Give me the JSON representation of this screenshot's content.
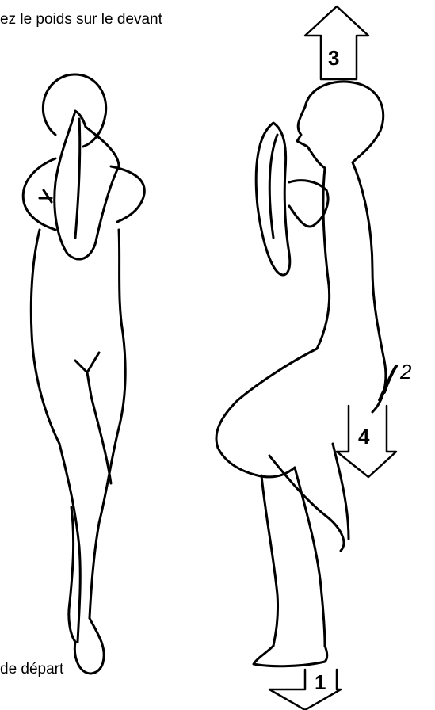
{
  "captions": {
    "top": "ez le poids sur le devant",
    "bottom": "de départ"
  },
  "arrows": {
    "head_label": "3",
    "knee_label": "4",
    "foot_label": "1",
    "bend_label": "2"
  },
  "colors": {
    "ink": "#000000",
    "background": "#ffffff"
  }
}
